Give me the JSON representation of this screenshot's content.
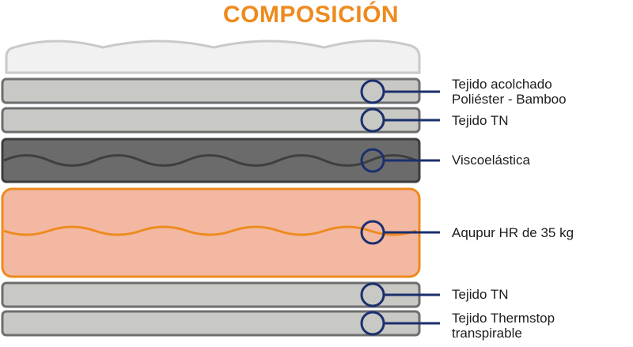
{
  "title": "COMPOSICIÓN",
  "colors": {
    "title": "#ee8a1e",
    "layer_fill": "#c8c8c4",
    "layer_stroke": "#6e6e6e",
    "visco_fill": "#6b6b6b",
    "visco_stroke": "#3c3c3c",
    "foam_fill": "#f2b8a2",
    "foam_stroke": "#ee8a1e",
    "marker": "#1b2f6e"
  },
  "layers": [
    {
      "id": "top-quilt",
      "label": ""
    },
    {
      "id": "tejido-acolchado",
      "label_line1": "Tejido acolchado",
      "label_line2": "Poliéster - Bamboo"
    },
    {
      "id": "tejido-tn-1",
      "label_line1": "Tejido TN"
    },
    {
      "id": "viscoelastica",
      "label_line1": "Viscoelástica"
    },
    {
      "id": "aqupur",
      "label_line1": "Aqupur HR de 35 kg"
    },
    {
      "id": "tejido-tn-2",
      "label_line1": "Tejido TN"
    },
    {
      "id": "tejido-thermstop",
      "label_line1": "Tejido Thermstop",
      "label_line2": "transpirable"
    }
  ]
}
